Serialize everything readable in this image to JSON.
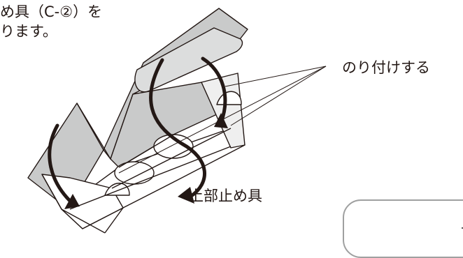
{
  "instruction": {
    "line1": "め具（C-②）を",
    "line2": "ります。"
  },
  "labels": {
    "glue": "のり付けする",
    "top_stopper": "上部止め具"
  },
  "colors": {
    "ink": "#231815",
    "fill_gray": "#c9caca",
    "panel_border": "#9fa0a0"
  }
}
